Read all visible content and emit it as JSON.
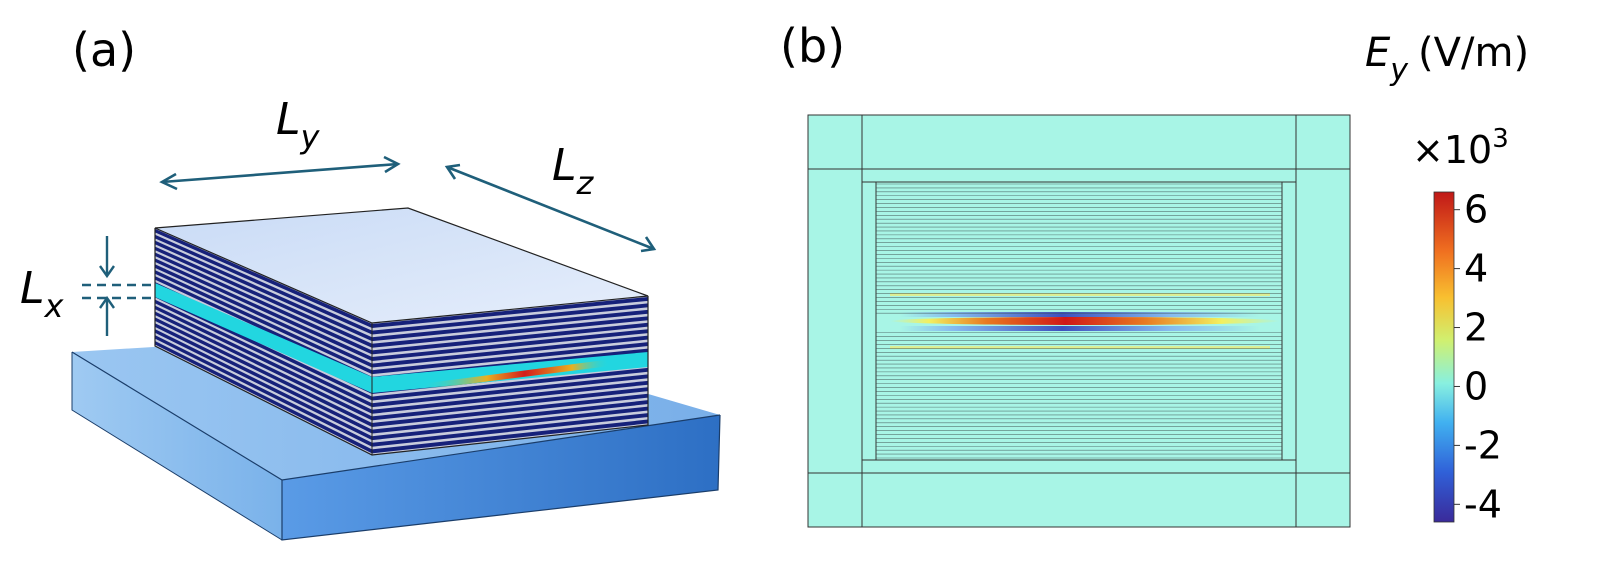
{
  "panel_a": {
    "label": "(a)",
    "dim_y": {
      "symbol": "L",
      "subscript": "y"
    },
    "dim_z": {
      "symbol": "L",
      "subscript": "z"
    },
    "dim_x": {
      "symbol": "L",
      "subscript": "x"
    }
  },
  "panel_b": {
    "label": "(b)"
  },
  "colorbar": {
    "field_symbol": "E",
    "field_subscript": "y",
    "unit": "(V/m)",
    "multiplier_base": "×10",
    "multiplier_exp": "3",
    "ticks": [
      "6",
      "4",
      "2",
      "0",
      "-2",
      "-4"
    ],
    "range": [
      -4.6,
      6.6
    ]
  },
  "colors": {
    "arrow": "#1f5f7a",
    "substrate": "#4b8fd9",
    "layer_dark": "#16217a",
    "layer_light": "#c8ccdc",
    "active_layer": "#22d6e0",
    "background_field": "#a8f5e6",
    "hot": "#d41c1c"
  }
}
